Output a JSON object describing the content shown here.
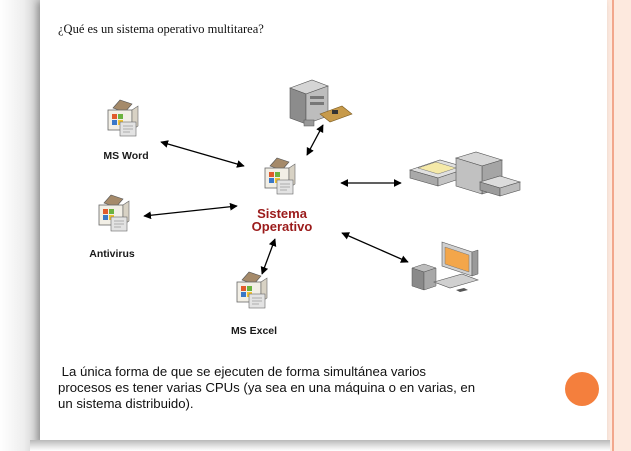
{
  "slide": {
    "title": "¿Qué es un sistema operativo multitarea?",
    "body_lines": [
      " La única forma de que se ejecuten de forma simultánea varios",
      "procesos es tener varias CPUs (ya sea en una máquina o en varias, en",
      "un sistema distribuido)."
    ]
  },
  "diagram": {
    "center_label": [
      "Sistema",
      "Operativo"
    ],
    "apps": {
      "word": "MS Word",
      "antivirus": "Antivirus",
      "excel": "MS Excel"
    }
  },
  "colors": {
    "accent_red": "#9b1b1b",
    "orange_dot": "#f47f3d",
    "right_border": "#fde9de",
    "right_border_line": "#f2a78c"
  }
}
